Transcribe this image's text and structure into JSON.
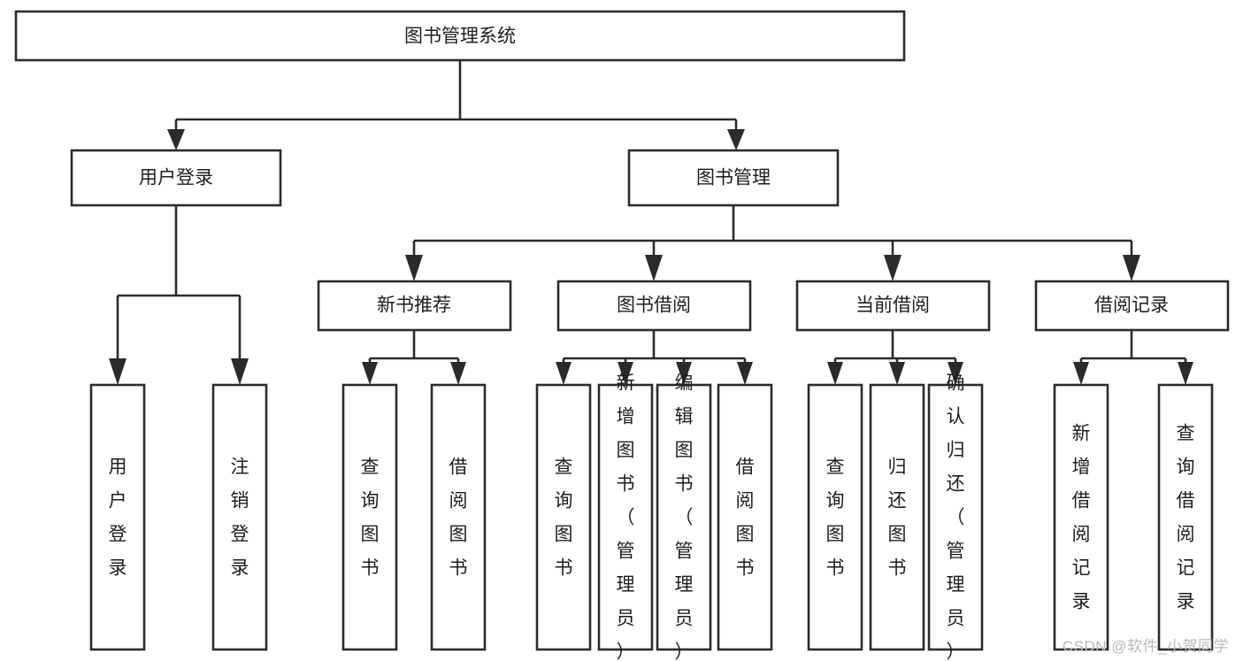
{
  "diagram": {
    "type": "tree-hierarchy",
    "root": {
      "id": "root",
      "label": "图书管理系统"
    },
    "level2": [
      {
        "id": "user-login",
        "label": "用户登录"
      },
      {
        "id": "book-manage",
        "label": "图书管理"
      }
    ],
    "level3": [
      {
        "id": "new-book-recommend",
        "label": "新书推荐",
        "parent": "book-manage"
      },
      {
        "id": "book-borrow",
        "label": "图书借阅",
        "parent": "book-manage"
      },
      {
        "id": "current-borrow",
        "label": "当前借阅",
        "parent": "book-manage"
      },
      {
        "id": "borrow-record",
        "label": "借阅记录",
        "parent": "book-manage"
      }
    ],
    "leaves": [
      {
        "id": "leaf-user-login",
        "label": "用户登录",
        "parent": "user-login"
      },
      {
        "id": "leaf-logout-login",
        "label": "注销登录",
        "parent": "user-login"
      },
      {
        "id": "leaf-query-book-1",
        "label": "查询图书",
        "parent": "new-book-recommend"
      },
      {
        "id": "leaf-borrow-book-1",
        "label": "借阅图书",
        "parent": "new-book-recommend"
      },
      {
        "id": "leaf-query-book-2",
        "label": "查询图书",
        "parent": "book-borrow"
      },
      {
        "id": "leaf-add-book",
        "label": "新增图书（管理员）",
        "parent": "book-borrow"
      },
      {
        "id": "leaf-edit-book",
        "label": "编辑图书（管理员）",
        "parent": "book-borrow"
      },
      {
        "id": "leaf-borrow-book-2",
        "label": "借阅图书",
        "parent": "book-borrow"
      },
      {
        "id": "leaf-query-book-3",
        "label": "查询图书",
        "parent": "current-borrow"
      },
      {
        "id": "leaf-return-book",
        "label": "归还图书",
        "parent": "current-borrow"
      },
      {
        "id": "leaf-confirm-return",
        "label": "确认归还（管理员）",
        "parent": "current-borrow"
      },
      {
        "id": "leaf-add-record",
        "label": "新增借阅记录",
        "parent": "borrow-record"
      },
      {
        "id": "leaf-query-record",
        "label": "查询借阅记录",
        "parent": "borrow-record"
      }
    ],
    "colors": {
      "stroke": "#2b2b2b",
      "fill": "#ffffff",
      "text": "#1d1d1d",
      "watermark": "#b9b9b9"
    }
  },
  "watermark": {
    "text": "CSDN @软件_小贺同学"
  }
}
